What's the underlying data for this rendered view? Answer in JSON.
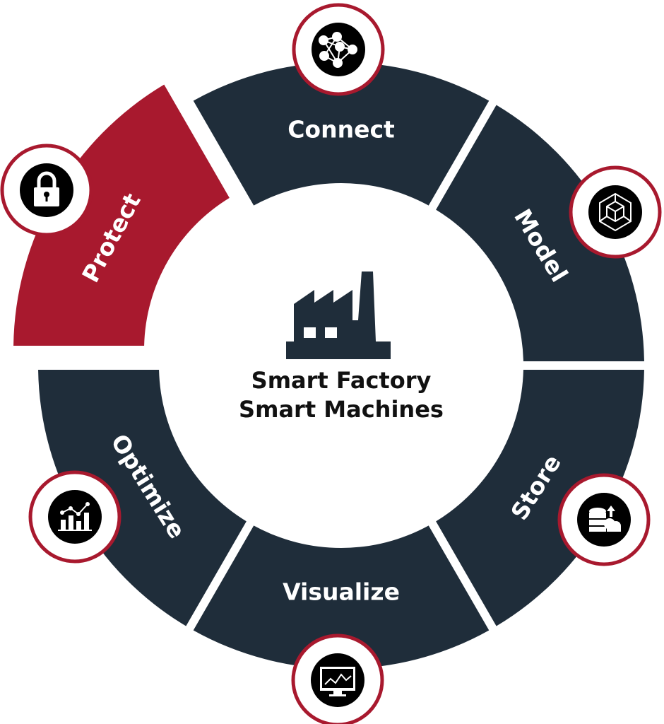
{
  "center": {
    "title_line1": "Smart Factory",
    "title_line2": "Smart Machines",
    "icon": "factory-icon"
  },
  "segments": [
    {
      "label": "Connect",
      "icon": "network-icon",
      "highlight": false
    },
    {
      "label": "Model",
      "icon": "cube-icon",
      "highlight": false
    },
    {
      "label": "Store",
      "icon": "database-cloud-icon",
      "highlight": false
    },
    {
      "label": "Visualize",
      "icon": "monitor-chart-icon",
      "highlight": false
    },
    {
      "label": "Optimize",
      "icon": "bar-chart-icon",
      "highlight": false
    },
    {
      "label": "Protect",
      "icon": "lock-icon",
      "highlight": true
    }
  ],
  "colors": {
    "dark": "#1f2d3a",
    "accent": "#a8192e",
    "icon_bg": "#000000"
  }
}
